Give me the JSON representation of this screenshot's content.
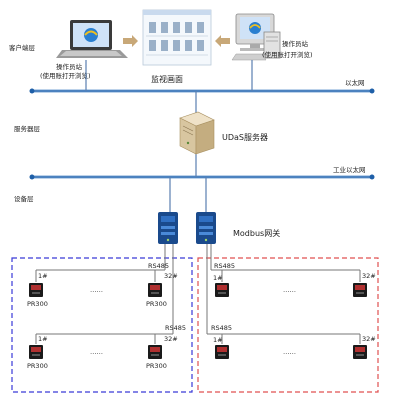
{
  "layers": {
    "client": "客户端层",
    "server": "服务器层",
    "device": "设备层"
  },
  "networks": {
    "ethernet": "以太网",
    "industrial_ethernet": "工业以太网"
  },
  "operator_station_left": {
    "line1": "操作员站",
    "line2": "(使用账打开浏览)"
  },
  "operator_station_right": {
    "line1": "操作员站",
    "line2": "(使用账打开浏览)"
  },
  "monitor_screen_label": "监视画面",
  "server_label": "UDaS服务器",
  "gateway_label": "Modbus网关",
  "bus": {
    "rs485": "RS485",
    "first_no": "1#",
    "last_no": "32#",
    "ellipsis": "……"
  },
  "meter_label": "PR300",
  "colors": {
    "left_group": "#3a3ad8",
    "right_group": "#e05050",
    "bus": "#1e5fa8"
  }
}
